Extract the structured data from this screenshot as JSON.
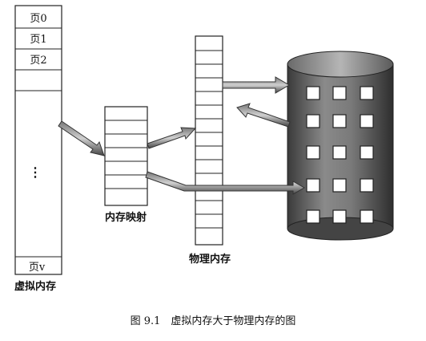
{
  "virtual_memory": {
    "pages": [
      "页0",
      "页1",
      "页2"
    ],
    "ellipsis": "⋮",
    "last_page": "页v",
    "label": "虚拟内存"
  },
  "memory_map": {
    "label": "内存映射"
  },
  "physical_memory": {
    "label": "物理内存"
  },
  "caption": "图 9.1　虚拟内存大于物理内存的图"
}
